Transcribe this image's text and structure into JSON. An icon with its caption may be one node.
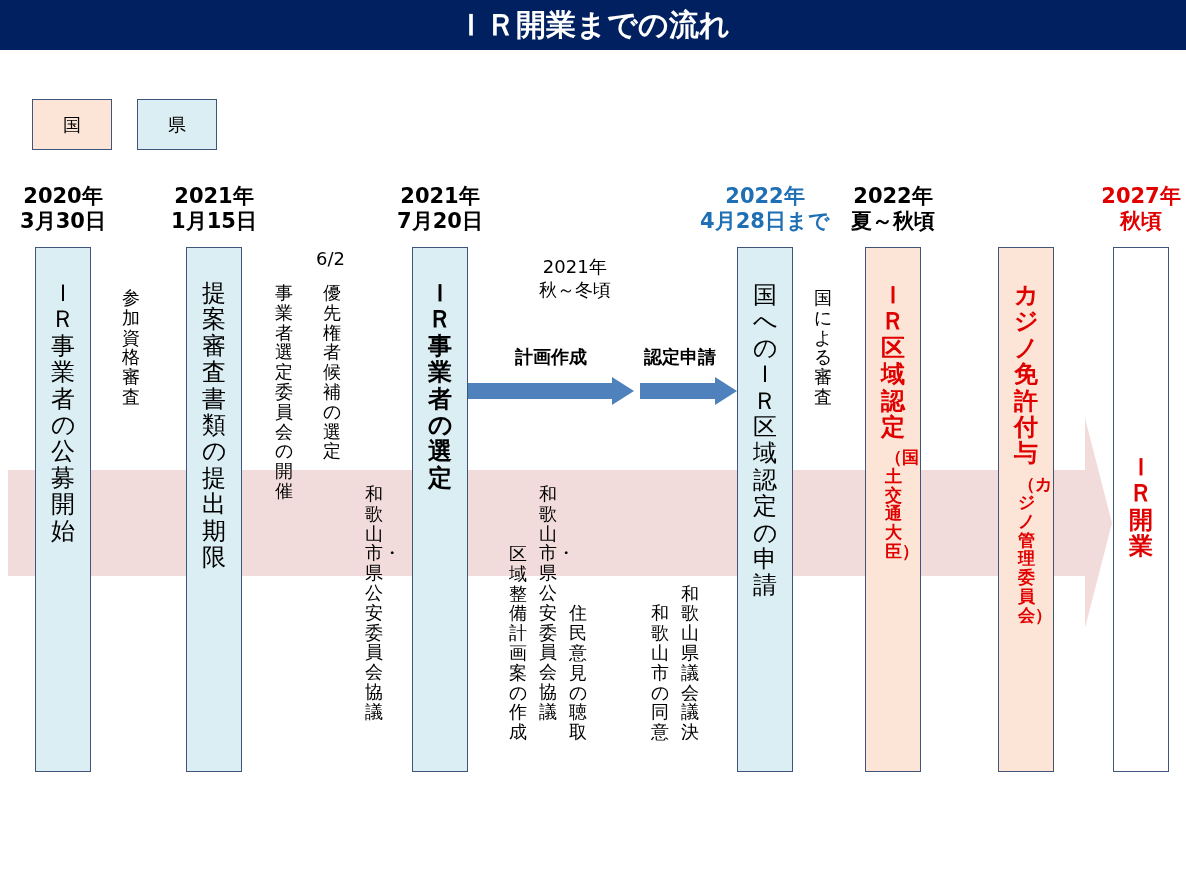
{
  "diagram": {
    "title": "ＩＲ開業までの流れ",
    "nodes": [
      {
        "text": [
          "2020年3月30日",
          "ＩＲ事業者の公募開始"
        ]
      },
      {
        "text": [
          "2021年1月15日",
          "提案審査書類の提出期限"
        ]
      },
      {
        "text": [
          "2021年7月20日",
          "ＩＲ事業者の選定"
        ]
      },
      {
        "text": [
          "2022年4月28日まで",
          "国へのＩＲ区域認定の申請"
        ]
      },
      {
        "text": [
          "2022年夏～秋頃",
          "ＩＲ区域認定",
          "（国土交通大臣）"
        ]
      },
      {
        "text": [
          "カジノ免許付与",
          "（カジノ管理委員会）"
        ]
      },
      {
        "text": [
          "2027年秋頃",
          "ＩＲ開業"
        ]
      }
    ],
    "edges": [
      {
        "from": 2,
        "to": 3,
        "arrow": "to",
        "label": "計画作成"
      }
    ],
    "labels": [
      "参加資格審査",
      "事業者選定委員会の開催",
      "6/2",
      "優先権者候補の選定",
      "和歌山市・県公安委員会協議",
      "2021年秋～冬頃",
      "認定申請",
      "区域整備計画案の作成",
      "和歌山市・県公安委員会協議",
      "住民意見の聴取",
      "和歌山市の同意",
      "和歌山県議会議決",
      "国による審査"
    ],
    "legend": [
      {
        "text": "国",
        "color": "#fce4d6"
      },
      {
        "text": "県",
        "color": "#daeef3"
      }
    ]
  }
}
